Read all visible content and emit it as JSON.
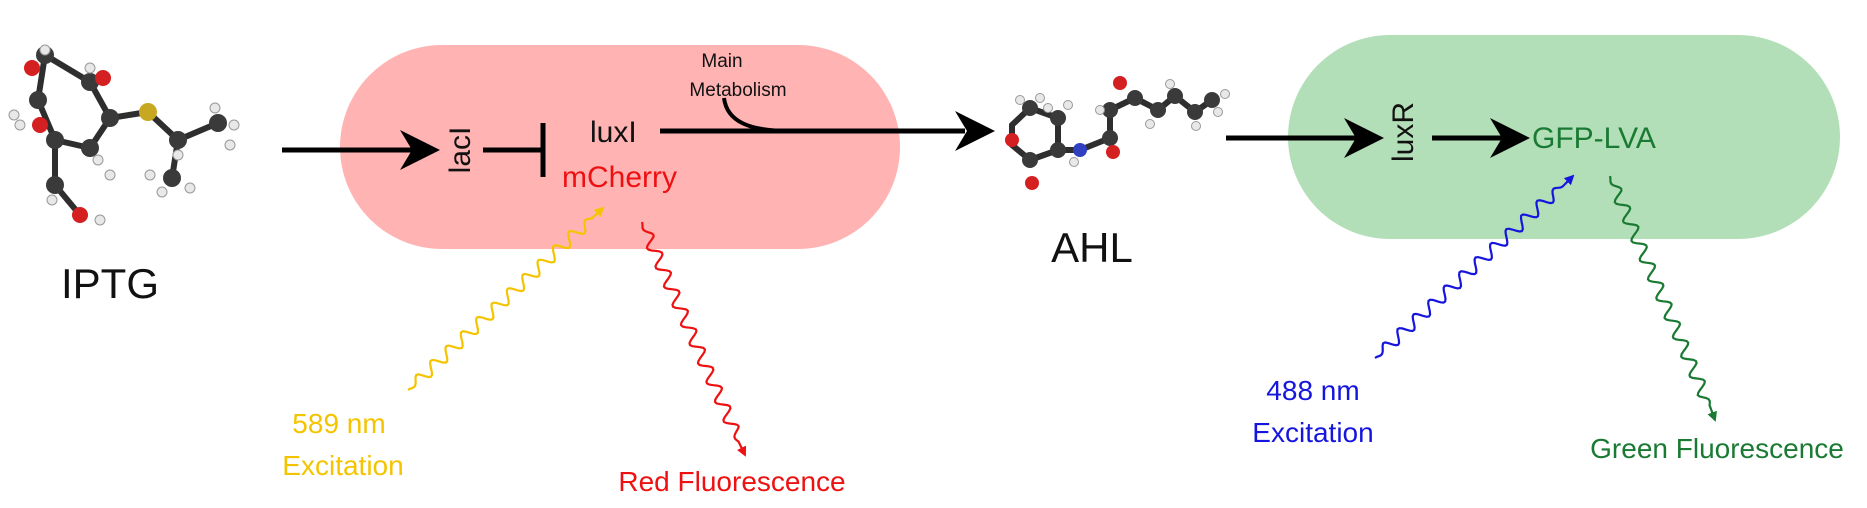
{
  "molecules": {
    "iptg_label": "IPTG",
    "ahl_label": "AHL"
  },
  "cell_red": {
    "gene_repressor": "lacI",
    "gene_synthase": "luxI",
    "reporter": "mCherry",
    "branch_label_line1": "Main",
    "branch_label_line2": "Metabolism",
    "fill_color": "#ffb3b3"
  },
  "cell_green": {
    "gene_receptor": "luxR",
    "reporter": "GFP-LVA",
    "fill_color": "#b3dfb8"
  },
  "light": {
    "red_excitation_wavelength": "589 nm",
    "red_excitation_word": "Excitation",
    "red_emission": "Red Fluorescence",
    "green_excitation_wavelength": "488 nm",
    "green_excitation_word": "Excitation",
    "green_emission": "Green Fluorescence"
  },
  "colors": {
    "excitation_yellow": "#f5c400",
    "emission_red": "#ee1111",
    "excitation_blue": "#1515dd",
    "emission_green": "#1a7a33",
    "carbon": "#3a3a3a",
    "oxygen": "#d42020",
    "hydrogen": "#e8e8e8",
    "sulfur": "#c8a820",
    "nitrogen": "#3040c0"
  }
}
